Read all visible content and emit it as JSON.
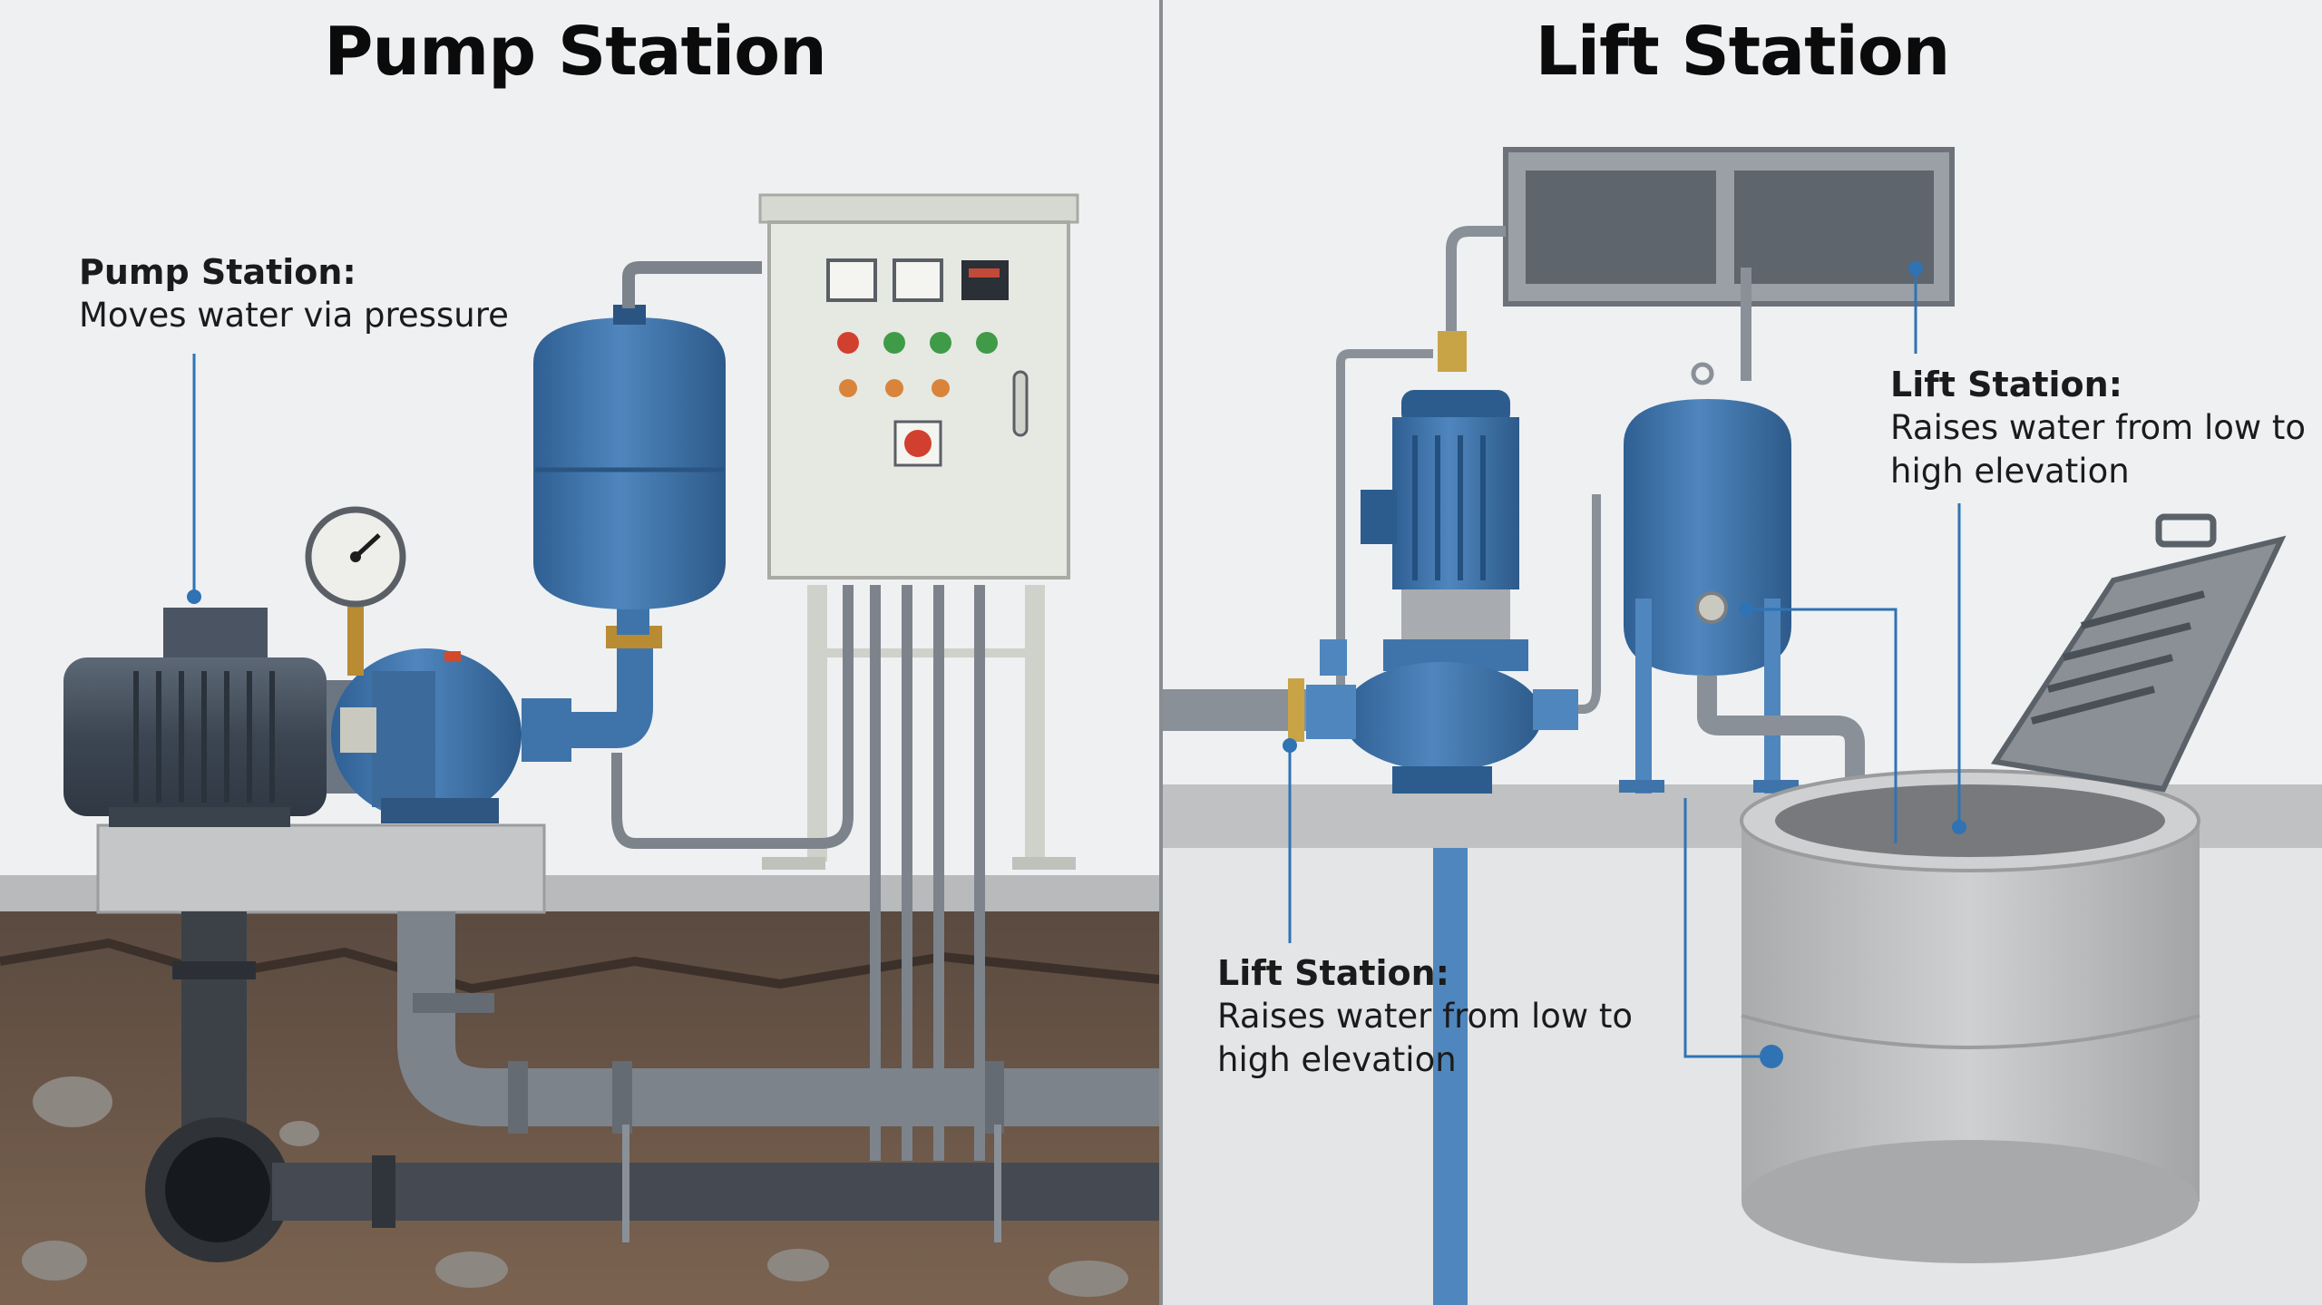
{
  "pump_station": {
    "title": "Pump Station",
    "callout": {
      "heading": "Pump Station:",
      "text": "Moves water via pressure"
    }
  },
  "lift_station": {
    "title": "Lift Station",
    "callout_top": {
      "heading": "Lift Station:",
      "text": "Raises water from low to high elevation"
    },
    "callout_bottom": {
      "heading": "Lift Station:",
      "text": "Raises water from low to high elevation"
    }
  },
  "colors": {
    "pump_blue": "#3f74aa",
    "motor_gray": "#4e5a68",
    "panel_beige": "#e6e8e2",
    "pipe_dark": "#454a52",
    "pipe_gray": "#7d838b",
    "soil": "#6b5647",
    "concrete": "#b8babb",
    "callout_line": "#2f73b4",
    "sky": "#eef0f2"
  },
  "icons": [
    "pressure-gauge-icon",
    "control-panel-icon",
    "manhole-hatch-icon"
  ]
}
